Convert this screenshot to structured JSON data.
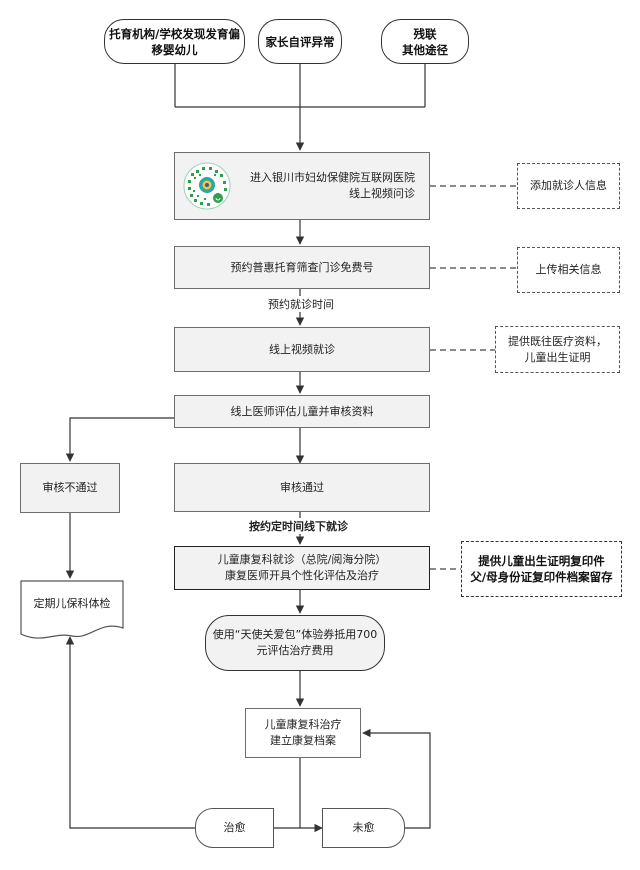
{
  "nodes": {
    "src_school": "托育机构/学校发现发育偏\n移婴幼儿",
    "src_parent": "家长自评异常",
    "src_other": "残联\n其他途径",
    "hospital": "进入银川市妇幼保健院互联网医院\n线上视频问诊",
    "register": "预约普惠托育筛查门诊免费号",
    "video": "线上视频就诊",
    "assess": "线上医师评估儿童并审核资料",
    "reject": "审核不通过",
    "pass": "审核通过",
    "rehab_visit": "儿童康复科就诊（总院/阅海分院）\n康复医师开具个性化评估及治疗",
    "voucher": "使用“天使关爱包”体验券抵用700\n元评估治疗费用",
    "rehab_treat": "儿童康复科治疗\n建立康复档案",
    "checkup": "定期儿保科体检",
    "cured": "治愈",
    "not_cured": "未愈",
    "note_add": "添加就诊人信息",
    "note_upload": "上传相关信息",
    "note_docs": "提供既往医疗资料，\n儿童出生证明",
    "note_copies": "提供儿童出生证明复印件\n父/母身份证复印件档案留存"
  },
  "edge_labels": {
    "book_time": "预约就诊时间",
    "offline": "按约定时间线下就诊"
  },
  "colors": {
    "line": "#333333",
    "box_fill": "#f2f2f2",
    "qr_green": "#2e9e4f",
    "qr_teal": "#2aa7a0"
  },
  "icons": {
    "qr": "mini-program-code"
  }
}
